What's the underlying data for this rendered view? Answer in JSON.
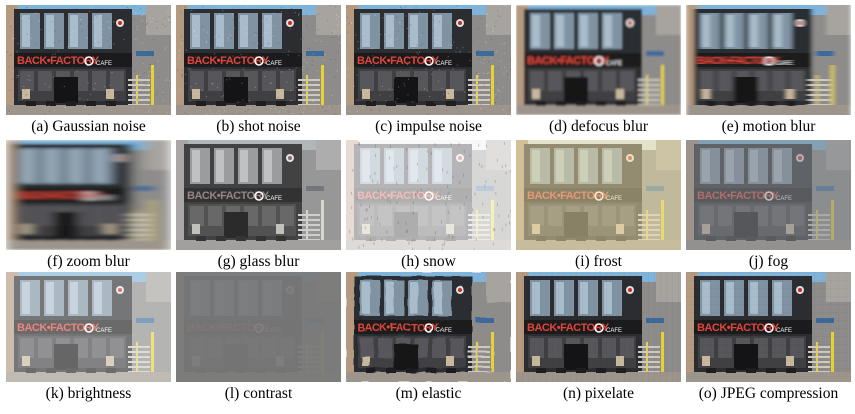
{
  "figure": {
    "panels": [
      {
        "caption": "(a) Gaussian noise",
        "variant": "noise"
      },
      {
        "caption": "(b) shot noise",
        "variant": "noise"
      },
      {
        "caption": "(c) impulse noise",
        "variant": "noise"
      },
      {
        "caption": "(d) defocus blur",
        "variant": "defocus"
      },
      {
        "caption": "(e) motion blur",
        "variant": "motion"
      },
      {
        "caption": "(f) zoom blur",
        "variant": "zoom"
      },
      {
        "caption": "(g) glass blur",
        "variant": "glass"
      },
      {
        "caption": "(h) snow",
        "variant": "snow"
      },
      {
        "caption": "(i) frost",
        "variant": "frost"
      },
      {
        "caption": "(j) fog",
        "variant": "fog"
      },
      {
        "caption": "(k) brightness",
        "variant": "bright"
      },
      {
        "caption": "(l) contrast",
        "variant": "contrast"
      },
      {
        "caption": "(m) elastic",
        "variant": "elastic"
      },
      {
        "caption": "(n) pixelate",
        "variant": "pixel"
      },
      {
        "caption": "(o) JPEG compression",
        "variant": "jpeg"
      }
    ],
    "sign_text_main": "BACK FACTORY",
    "sign_text_sub": "CAFE"
  }
}
